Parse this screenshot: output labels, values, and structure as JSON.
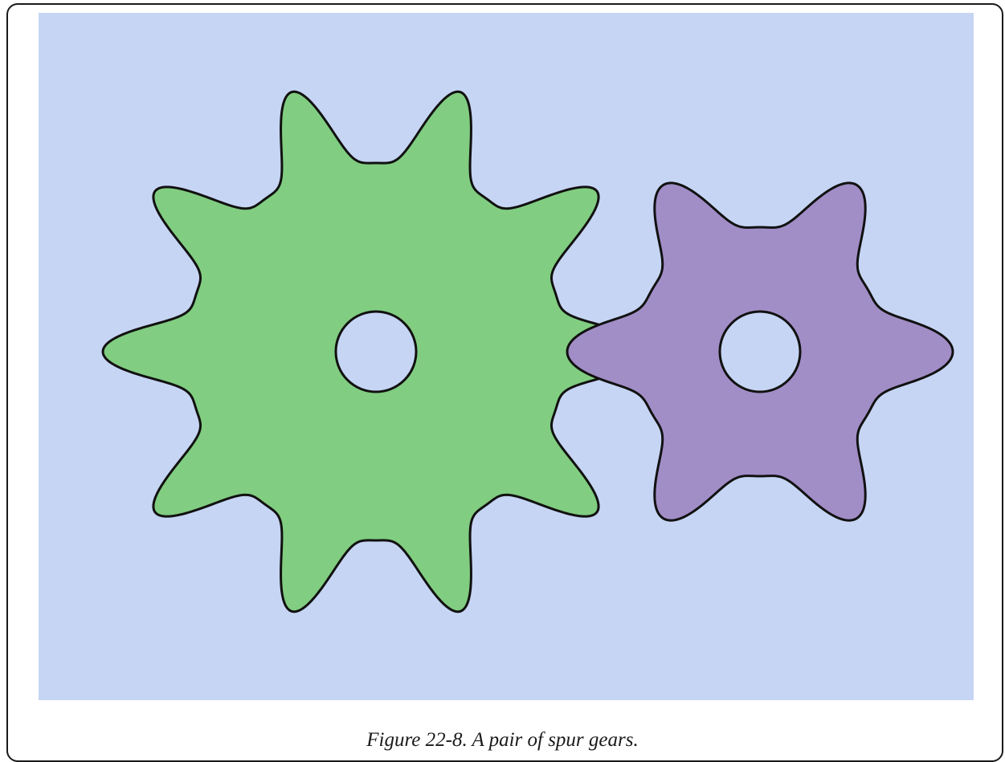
{
  "figure": {
    "caption": "Figure 22-8. A pair of spur gears.",
    "background_color": "#c6d5f3",
    "outline_color": "#111111",
    "gears": [
      {
        "name": "large-gear",
        "teeth": 10,
        "color": "#81cd81"
      },
      {
        "name": "small-gear",
        "teeth": 6,
        "color": "#a18ec7"
      }
    ]
  }
}
